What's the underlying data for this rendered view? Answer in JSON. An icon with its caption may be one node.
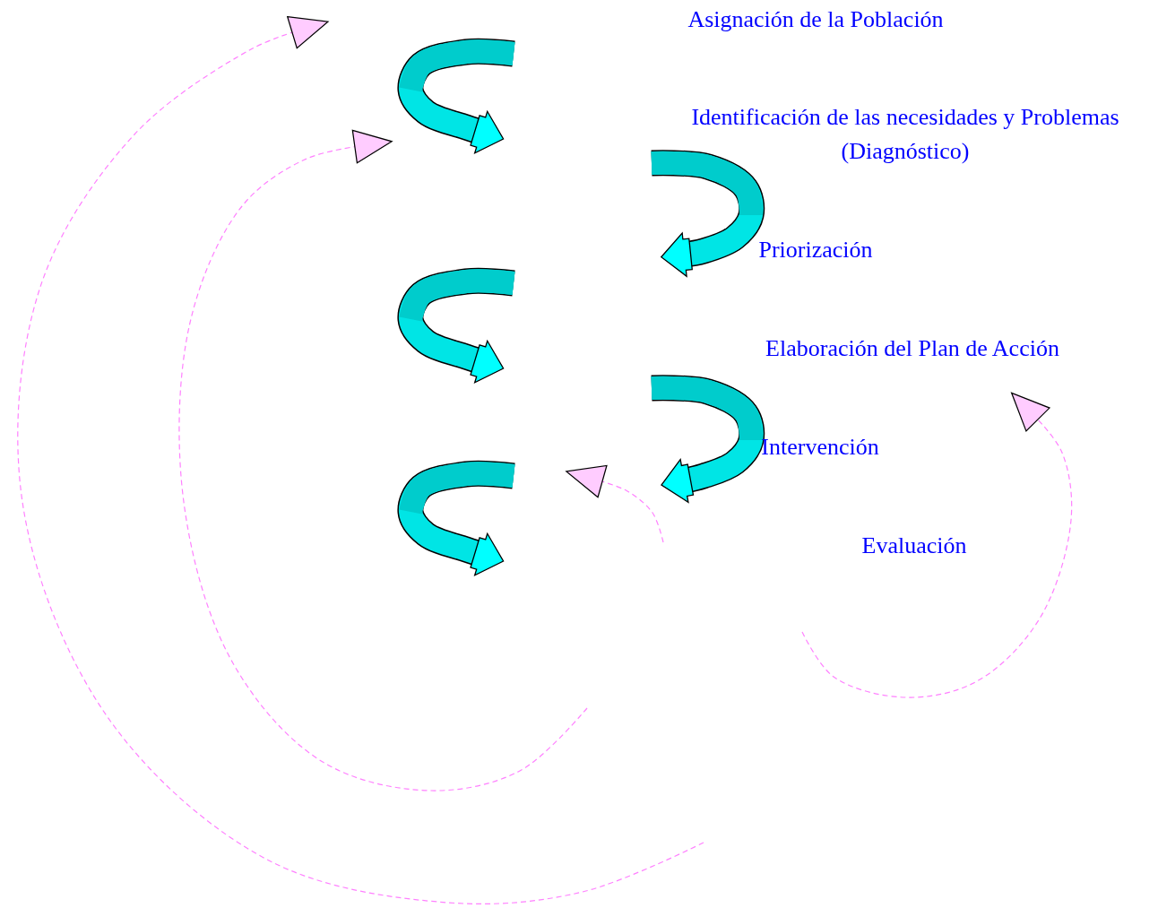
{
  "diagram": {
    "nodes": [
      {
        "text": [
          "Asignación de la Población"
        ]
      },
      {
        "text": [
          "Identificación de las necesidades y Problemas (Diagnóstico)"
        ]
      },
      {
        "text": [
          "Priorización"
        ]
      },
      {
        "text": [
          "Elaboración del Plan de Acción"
        ]
      },
      {
        "text": [
          "Intervención"
        ]
      },
      {
        "text": [
          "Evaluación"
        ]
      }
    ]
  }
}
